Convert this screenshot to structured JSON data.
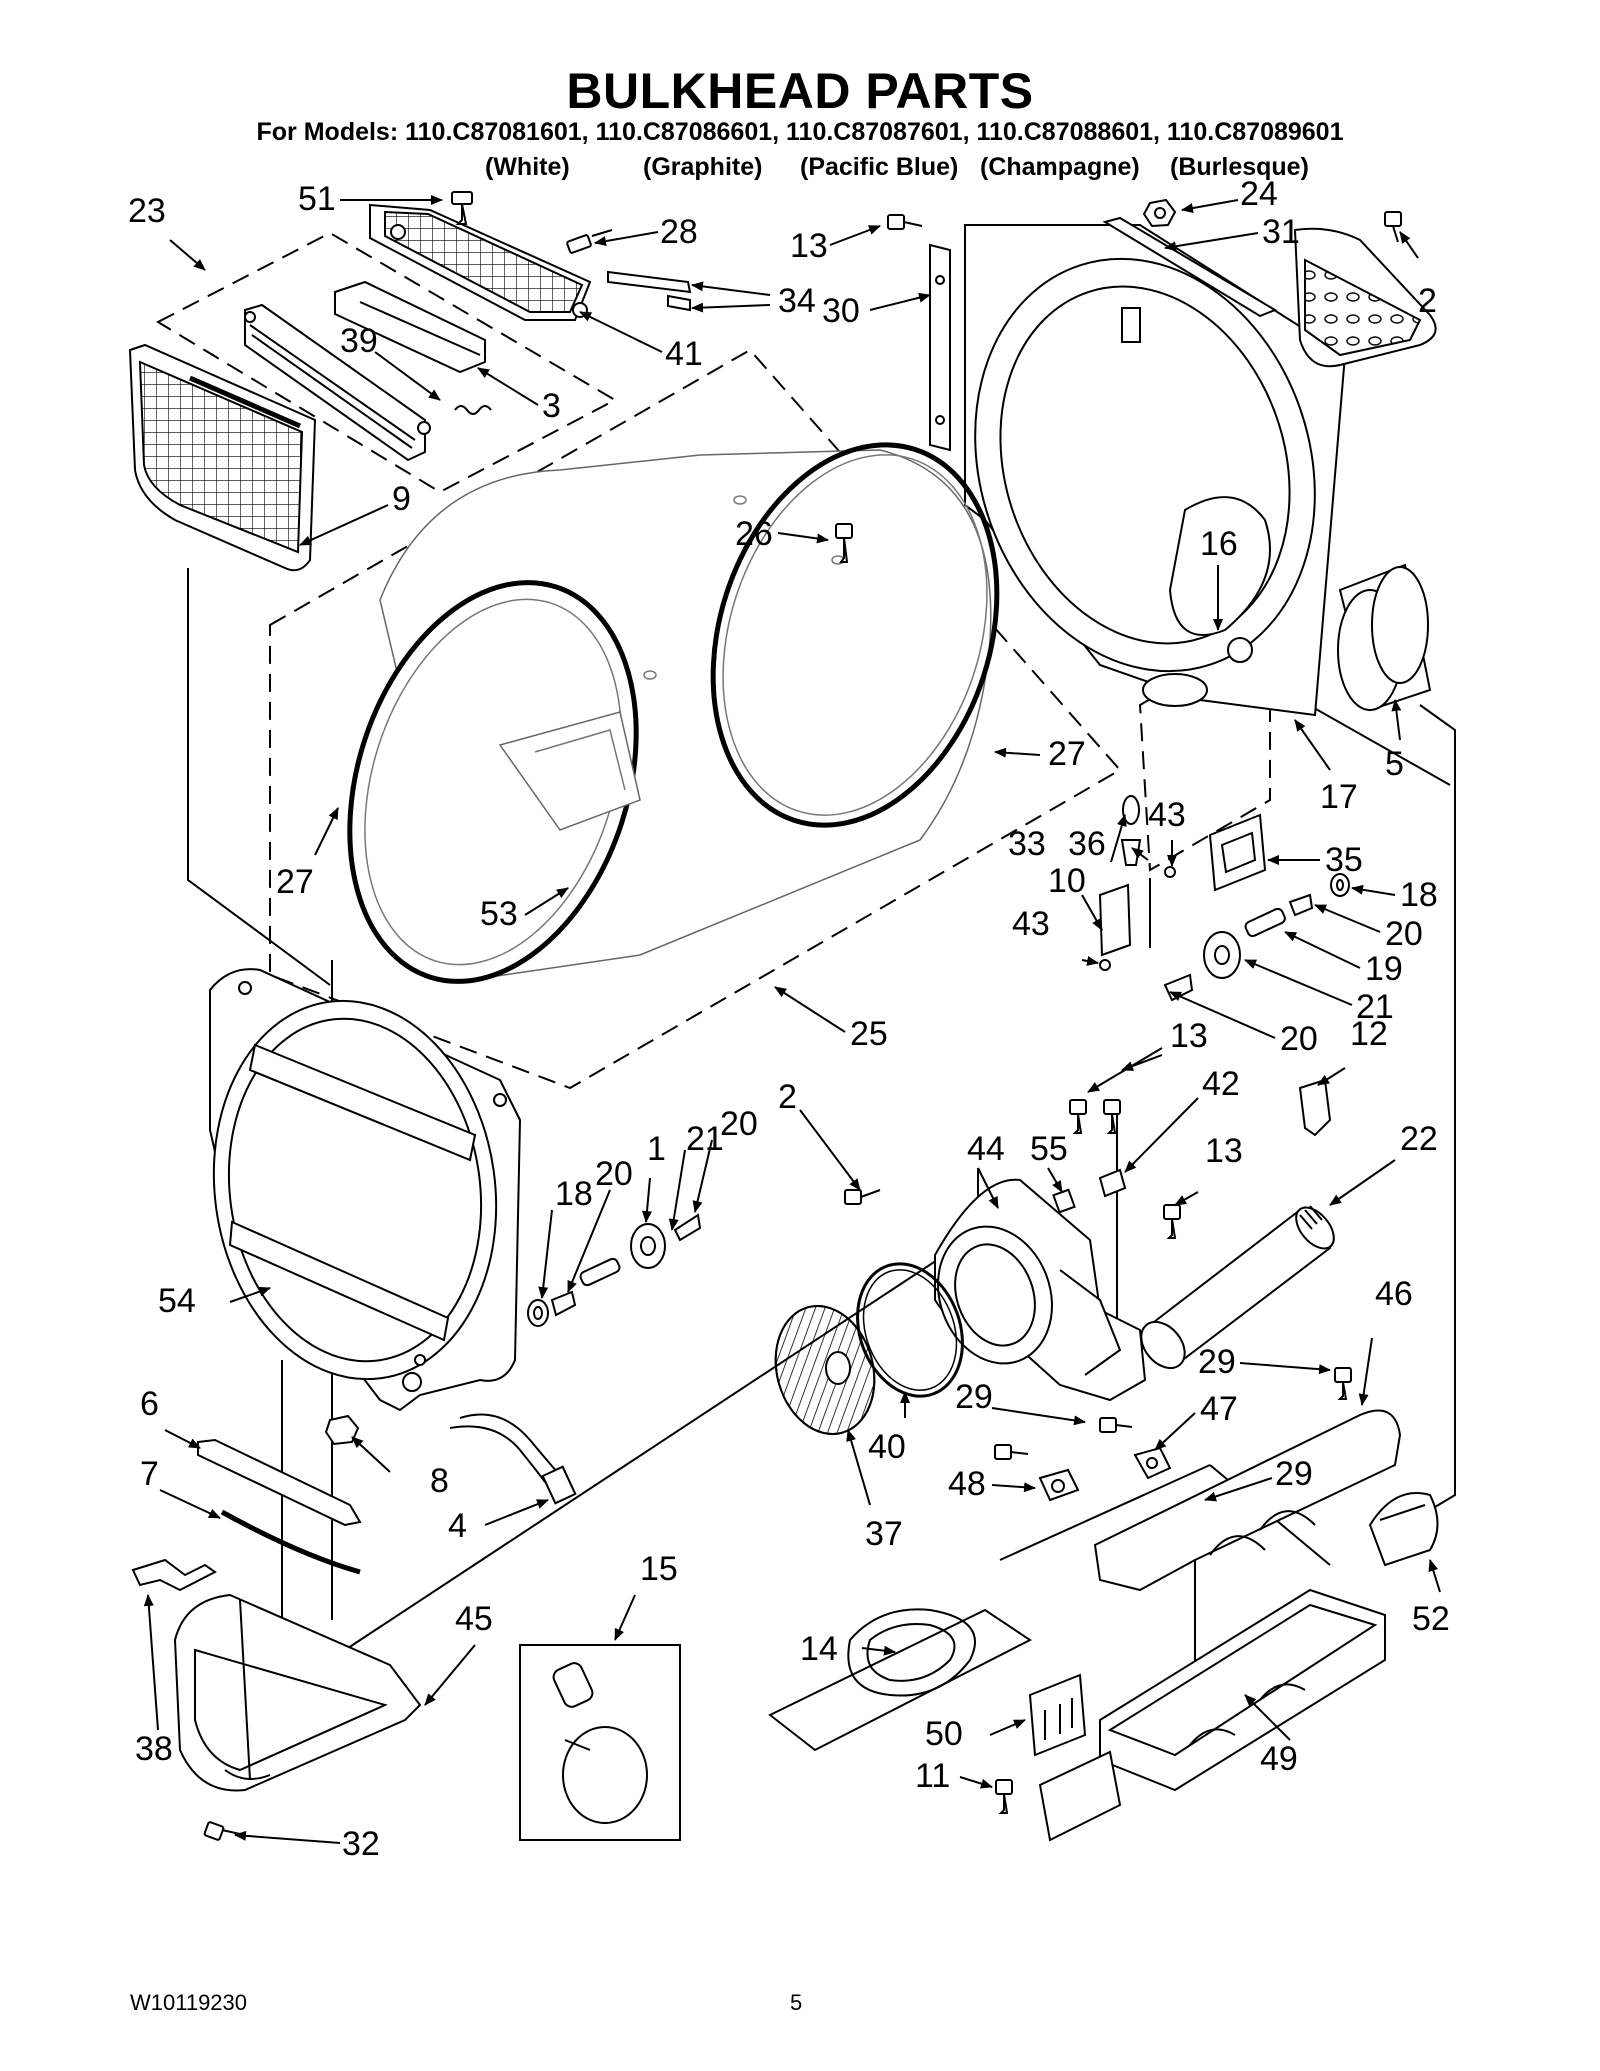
{
  "header": {
    "title": "BULKHEAD PARTS",
    "models_line": "For Models: 110.C87081601, 110.C87086601, 110.C87087601, 110.C87088601, 110.C87089601",
    "colors": [
      "(White)",
      "(Graphite)",
      "(Pacific Blue)",
      "(Champagne)",
      "(Burlesque)"
    ]
  },
  "callouts": [
    "23",
    "51",
    "28",
    "34",
    "41",
    "39",
    "3",
    "9",
    "13",
    "24",
    "31",
    "2",
    "30",
    "26",
    "16",
    "5",
    "17",
    "27",
    "27",
    "53",
    "33",
    "36",
    "43",
    "35",
    "10",
    "43",
    "18",
    "20",
    "19",
    "21",
    "20",
    "25",
    "13",
    "12",
    "2",
    "42",
    "20",
    "21",
    "1",
    "18",
    "20",
    "44",
    "55",
    "13",
    "22",
    "54",
    "29",
    "46",
    "6",
    "8",
    "29",
    "47",
    "7",
    "40",
    "48",
    "29",
    "4",
    "37",
    "52",
    "15",
    "45",
    "14",
    "38",
    "50",
    "49",
    "11",
    "32"
  ],
  "footer": {
    "doc_number": "W10119230",
    "page_number": "5"
  }
}
